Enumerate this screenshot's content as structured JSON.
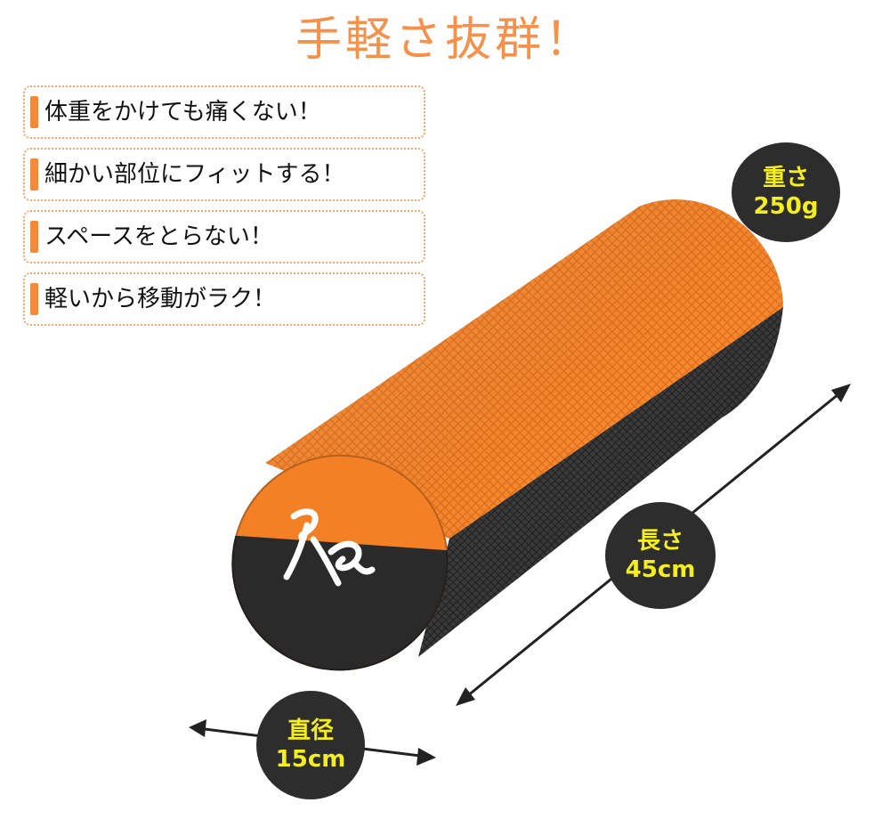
{
  "title": "手軽さ抜群！",
  "features": [
    "体重をかけても痛くない！",
    "細かい部位にフィットする！",
    "スペースをとらない！",
    "軽いから移動がラク！"
  ],
  "weight": {
    "label": "重さ",
    "value": "250g"
  },
  "length": {
    "label": "長さ",
    "value": "45cm"
  },
  "diameter": {
    "label": "直径",
    "value": "15cm"
  },
  "colors": {
    "accent": "#f5914a",
    "roller_orange": "#f7882f",
    "roller_black": "#2b2b2b",
    "badge_text": "#f5ee1f"
  },
  "product": {
    "name": "foam-roller",
    "logo": "Re"
  }
}
